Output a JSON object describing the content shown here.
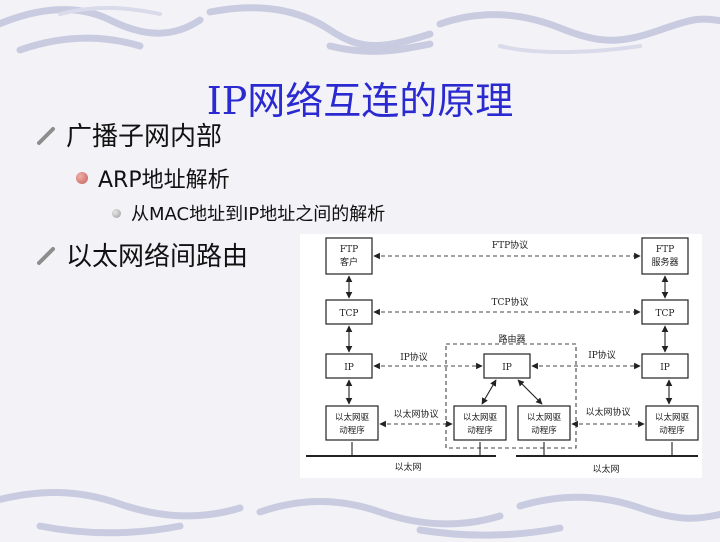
{
  "slide": {
    "title": "IP网络互连的原理",
    "bullets": {
      "level1_a": "广播子网内部",
      "level2_a": "ARP地址解析",
      "level3_a": "从MAC地址到IP地址之间的解析",
      "level1_b": "以太网络间路由"
    }
  },
  "diagram": {
    "ftp_client": "FTP 客户",
    "ftp_server": "FTP 服务器",
    "ftp_protocol": "FTP协议",
    "tcp_protocol": "TCP协议",
    "tcp": "TCP",
    "router": "路由器",
    "ip": "IP",
    "ip_protocol": "IP协议",
    "eth_driver": "以太网驱 动程序",
    "eth_protocol": "以太网协议",
    "ethernet": "以太网"
  }
}
